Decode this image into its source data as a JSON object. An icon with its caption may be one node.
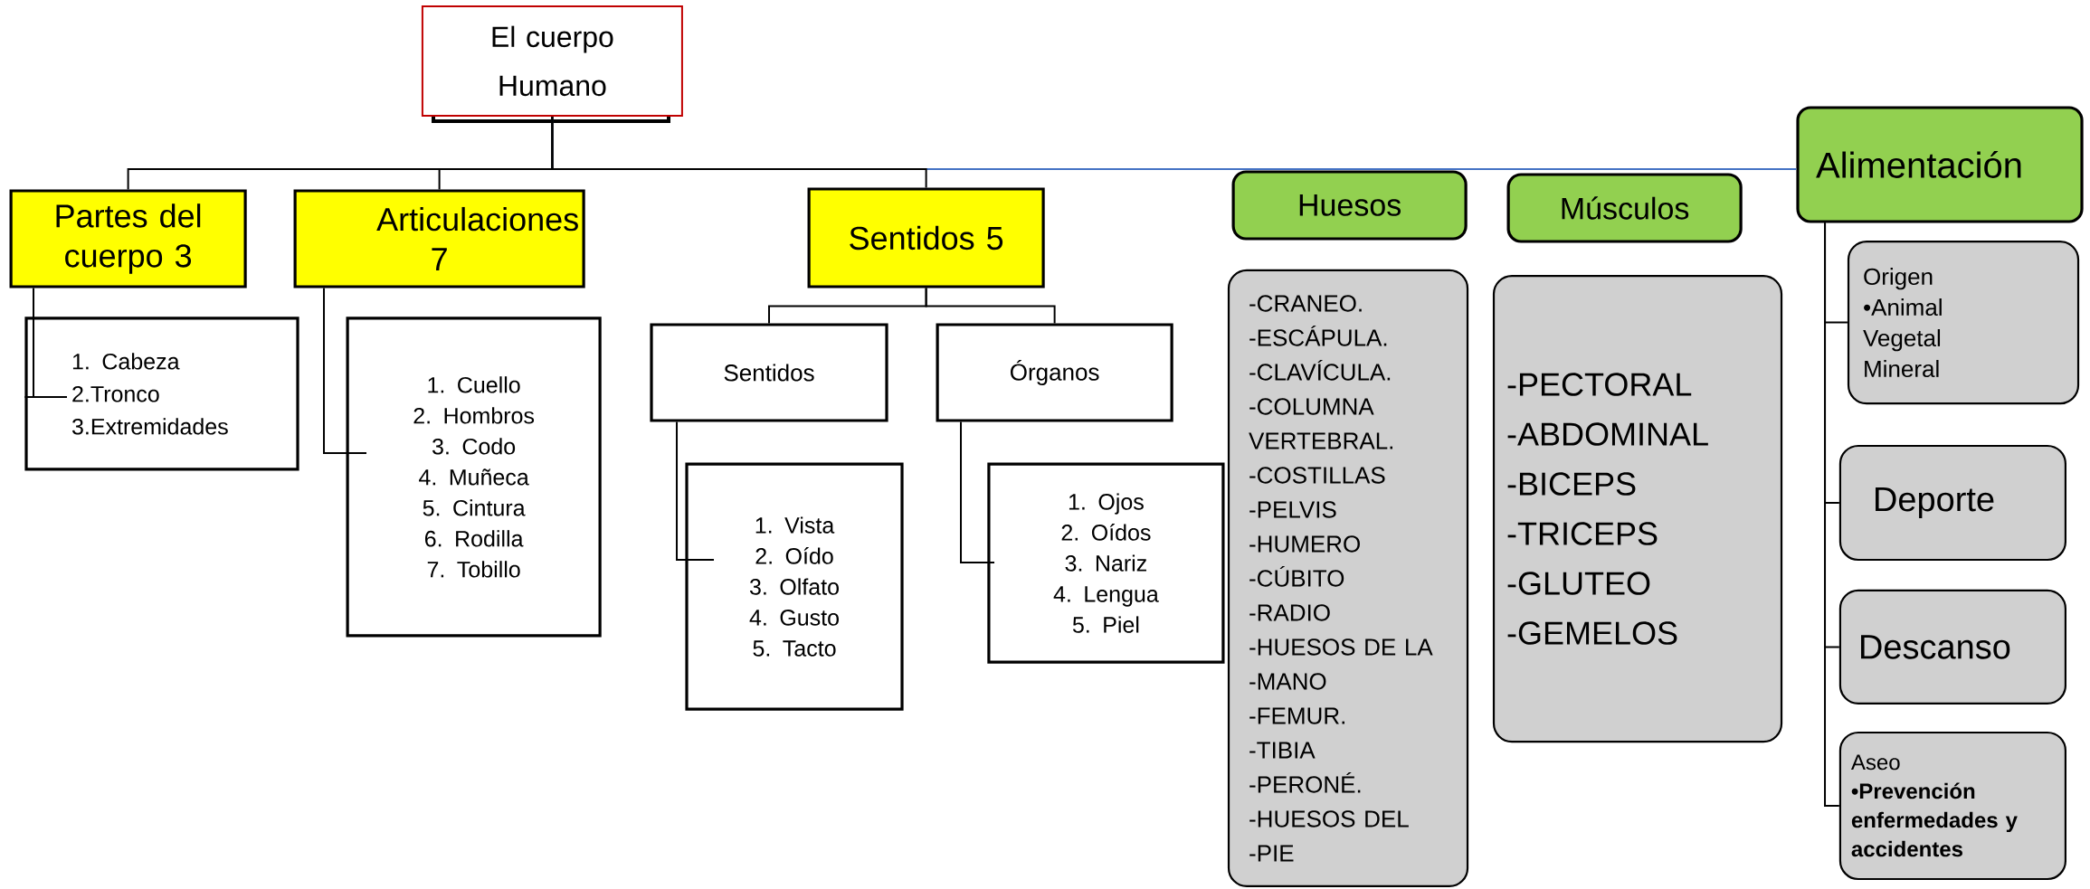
{
  "diagram": {
    "nodes": [
      {
        "text": [
          "El cuerpo Humano"
        ]
      },
      {
        "text": [
          "Partes del cuerpo 3"
        ]
      },
      {
        "text": [
          "Articulaciones 7"
        ]
      },
      {
        "text": [
          "1. Cabeza",
          "2.Tronco",
          "3.Extremidades"
        ]
      },
      {
        "text": [
          "1. Cuello",
          "2. Hombros",
          "3. Codo",
          "4. Muñeca",
          "5. Cintura",
          "6. Rodilla",
          "7. Tobillo"
        ]
      },
      {
        "text": [
          "Sentidos 5"
        ]
      },
      {
        "text": [
          "Sentidos"
        ]
      },
      {
        "text": [
          "Órganos"
        ]
      },
      {
        "text": [
          "1. Vista",
          "2. Oído",
          "3. Olfato",
          "4. Gusto",
          "5. Tacto"
        ]
      },
      {
        "text": [
          "1. Ojos",
          "2. Oídos",
          "3. Nariz",
          "4. Lengua",
          "5. Piel"
        ]
      },
      {
        "text": [
          "Huesos"
        ]
      },
      {
        "text": [
          "-CRANEO.",
          "-ESCÁPULA.",
          "-CLAVÍCULA.",
          "-COLUMNA VERTEBRAL.",
          "-COSTILLAS",
          "-PELVIS",
          "-HUMERO",
          "-CÚBITO",
          "-RADIO",
          "-HUESOS DE LA",
          "-MANO",
          "-FEMUR.",
          "-TIBIA",
          "-PERONÉ.",
          "-HUESOS DEL",
          "-PIE"
        ]
      },
      {
        "text": [
          "Músculos"
        ]
      },
      {
        "text": [
          "-PECTORAL",
          "-ABDOMINAL",
          "-BICEPS",
          "-TRICEPS",
          "-GLUTEO",
          "-GEMELOS"
        ]
      },
      {
        "text": [
          "Alimentación"
        ]
      },
      {
        "text": [
          "Origen",
          "•Animal",
          "Vegetal",
          "Mineral"
        ]
      },
      {
        "text": [
          "Deporte"
        ]
      },
      {
        "text": [
          "Descanso"
        ]
      },
      {
        "text": [
          "Aseo",
          "•Prevención enfermedades y accidentes"
        ]
      }
    ],
    "edges": [
      {
        "from": 0,
        "to": 1,
        "arrow": "none"
      },
      {
        "from": 0,
        "to": 2,
        "arrow": "none"
      },
      {
        "from": 0,
        "to": 5,
        "arrow": "none"
      },
      {
        "from": 0,
        "to": 14,
        "arrow": "none",
        "color": "#4472c4"
      },
      {
        "from": 1,
        "to": 3,
        "arrow": "none"
      },
      {
        "from": 2,
        "to": 4,
        "arrow": "none"
      },
      {
        "from": 5,
        "to": 6,
        "arrow": "none"
      },
      {
        "from": 5,
        "to": 7,
        "arrow": "none"
      },
      {
        "from": 6,
        "to": 8,
        "arrow": "none"
      },
      {
        "from": 7,
        "to": 9,
        "arrow": "none"
      },
      {
        "from": 14,
        "to": 15,
        "arrow": "none"
      },
      {
        "from": 14,
        "to": 16,
        "arrow": "none"
      },
      {
        "from": 14,
        "to": 17,
        "arrow": "none"
      },
      {
        "from": 14,
        "to": 18,
        "arrow": "none"
      }
    ]
  }
}
